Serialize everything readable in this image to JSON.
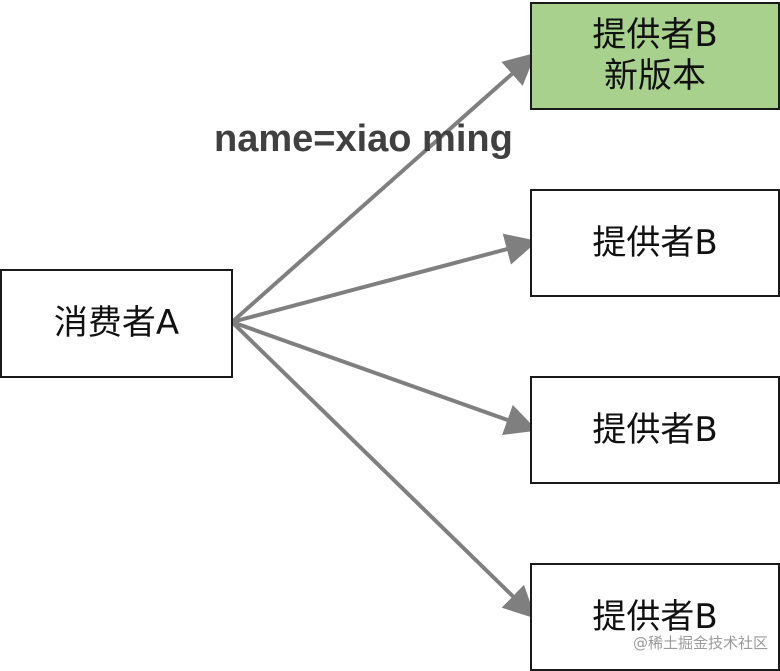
{
  "consumer": {
    "label": "消费者A"
  },
  "providers": [
    {
      "line1": "提供者B",
      "line2": "新版本",
      "highlight": true
    },
    {
      "line1": "提供者B",
      "line2": ""
    },
    {
      "line1": "提供者B",
      "line2": ""
    },
    {
      "line1": "提供者B",
      "line2": ""
    }
  ],
  "route_label": "name=xiao ming",
  "watermark": "@稀土掘金技术社区",
  "colors": {
    "highlight_fill": "#a8d18d",
    "arrow": "#7f7f7f",
    "border": "#1a1a1a",
    "label_text": "#404040"
  }
}
